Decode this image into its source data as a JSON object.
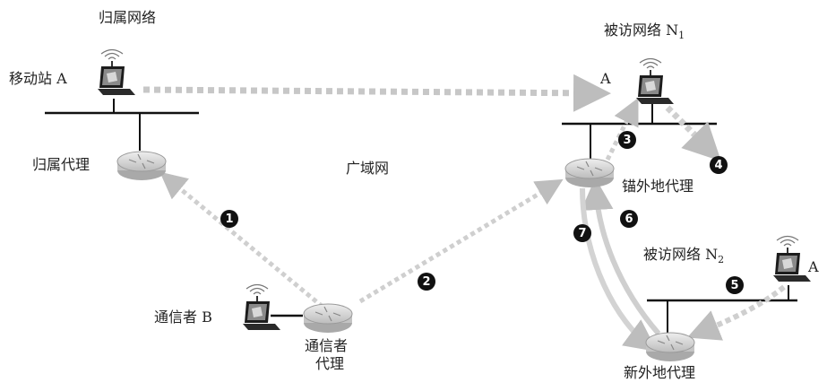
{
  "labels": {
    "home_network": "归属网络",
    "mobile_station": "移动站 A",
    "home_agent": "归属代理",
    "wan": "广域网",
    "visited_network_1": "被访网络 N",
    "visited_network_1_sub": "1",
    "anchor_foreign_agent": "锚外地代理",
    "visited_network_2": "被访网络 N",
    "visited_network_2_sub": "2",
    "new_foreign_agent": "新外地代理",
    "correspondent": "通信者 B",
    "correspondent_agent_line1": "通信者",
    "correspondent_agent_line2": "代理",
    "host_a_visited_1": "A",
    "host_a_visited_2": "A"
  },
  "steps": [
    "1",
    "2",
    "3",
    "4",
    "5",
    "6",
    "7"
  ],
  "colors": {
    "line": "#111111",
    "arrow": "#c9c9c9",
    "router": "#d6d6d6",
    "badge": "#111111"
  }
}
